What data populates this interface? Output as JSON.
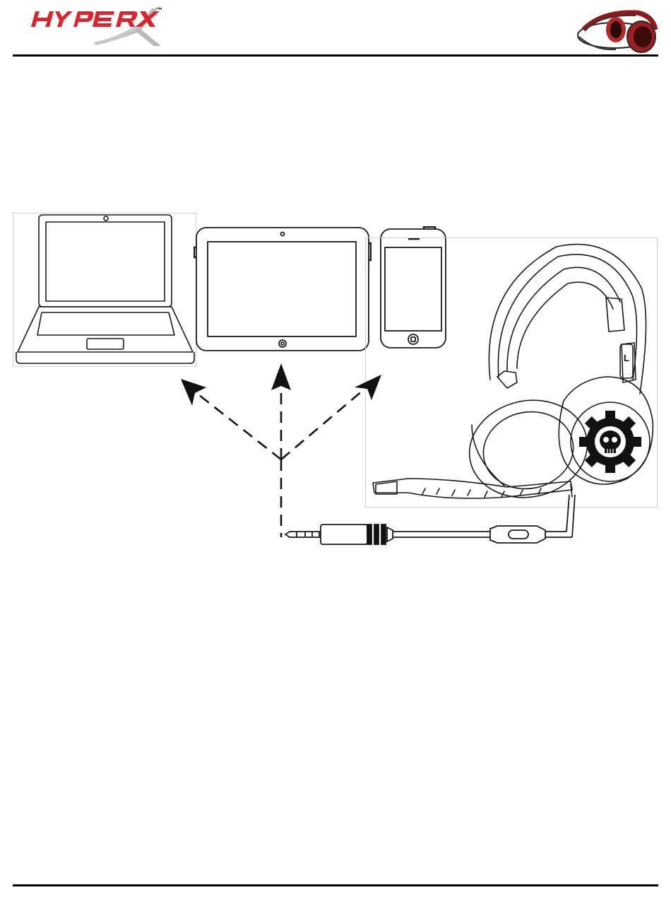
{
  "header": {
    "logo": {
      "text": "HYPERX",
      "trademark": "™",
      "icon": "hyperx-logo"
    },
    "thumbnail": {
      "icon": "headset-thumbnail-icon"
    }
  },
  "diagram": {
    "devices": [
      {
        "icon": "laptop-icon"
      },
      {
        "icon": "tablet-icon"
      },
      {
        "icon": "smartphone-icon"
      }
    ],
    "headset": {
      "icon": "headset-icon",
      "ear_label": "L",
      "emblem": "gear-skull-emblem"
    },
    "connector": {
      "icon": "3.5mm-jack-icon"
    },
    "arrows": [
      "arrow-to-laptop",
      "arrow-to-tablet",
      "arrow-to-phone"
    ]
  },
  "colors": {
    "brand_red": "#d7262e",
    "logo_gray": "#b9b9b9",
    "rule": "#000000",
    "line_art": "#1a1a1a"
  }
}
